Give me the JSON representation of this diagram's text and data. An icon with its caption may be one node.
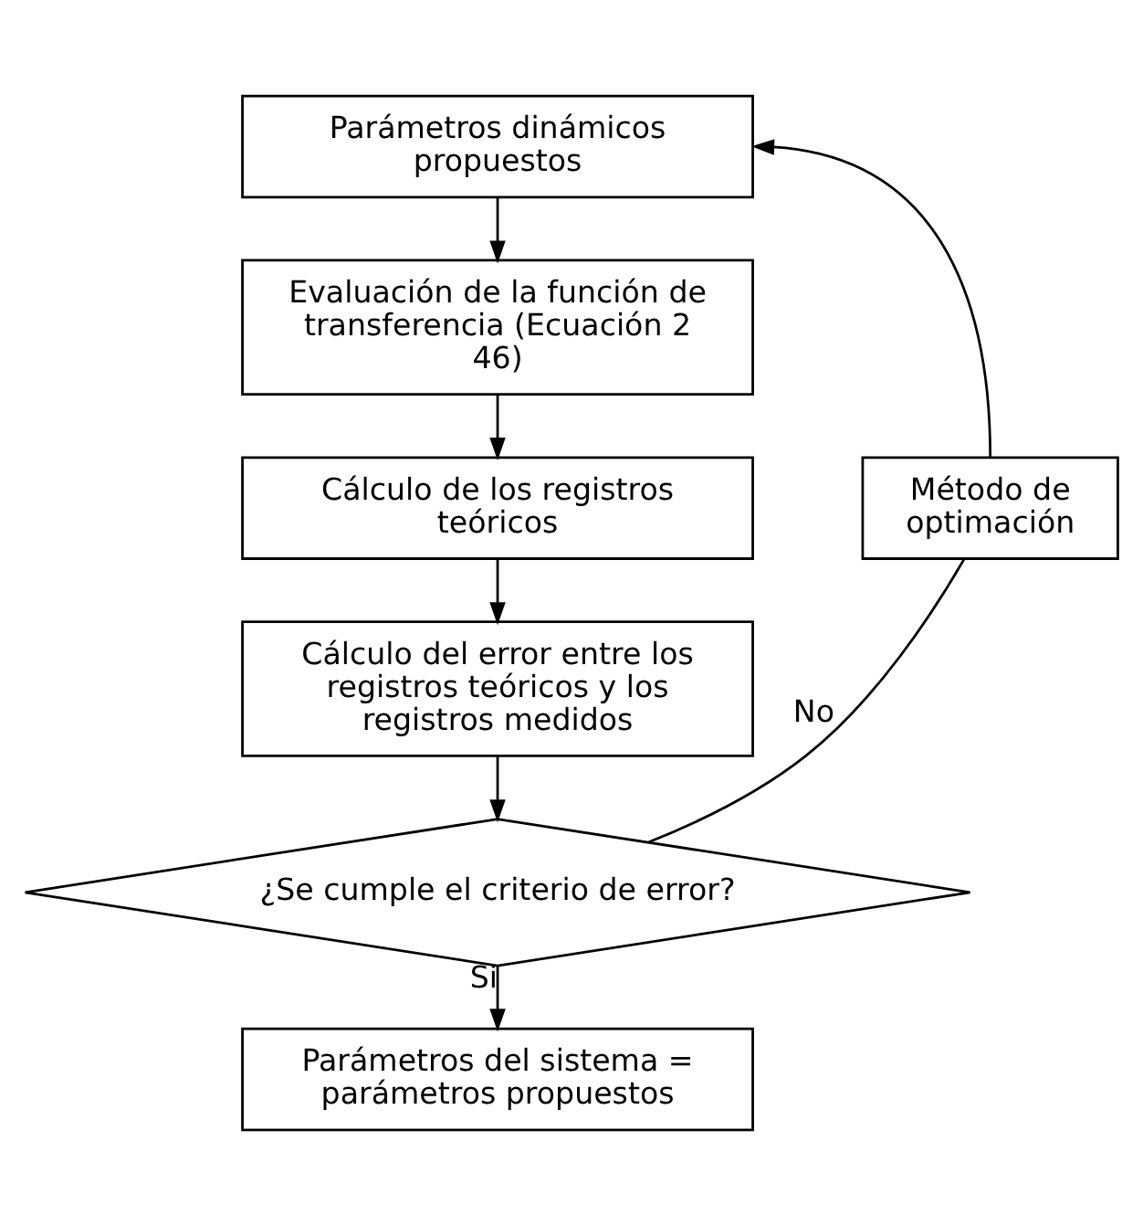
{
  "diagram": {
    "nodes": [
      {
        "text": [
          "Parámetros dinámicos propuestos"
        ]
      },
      {
        "text": [
          "Evaluación de la función de transferencia (Ecuación 2 46)"
        ]
      },
      {
        "text": [
          "Cálculo de los registros teóricos"
        ]
      },
      {
        "text": [
          "Cálculo del error entre los registros teóricos y los registros medidos"
        ]
      },
      {
        "text": [
          "¿Se cumple el criterio de error?"
        ]
      },
      {
        "text": [
          "Método de optimación"
        ]
      },
      {
        "text": [
          "Parámetros del sistema = parámetros propuestos"
        ]
      }
    ],
    "edges": [
      {
        "from": 0,
        "to": 1,
        "arrow": "to"
      },
      {
        "from": 1,
        "to": 2,
        "arrow": "to"
      },
      {
        "from": 2,
        "to": 3,
        "arrow": "to"
      },
      {
        "from": 3,
        "to": 4,
        "arrow": "to"
      },
      {
        "from": 4,
        "to": 5,
        "arrow": "none",
        "label": "No"
      },
      {
        "from": 5,
        "to": 0,
        "arrow": "to"
      },
      {
        "from": 4,
        "to": 6,
        "arrow": "to",
        "label": "Si"
      }
    ]
  }
}
